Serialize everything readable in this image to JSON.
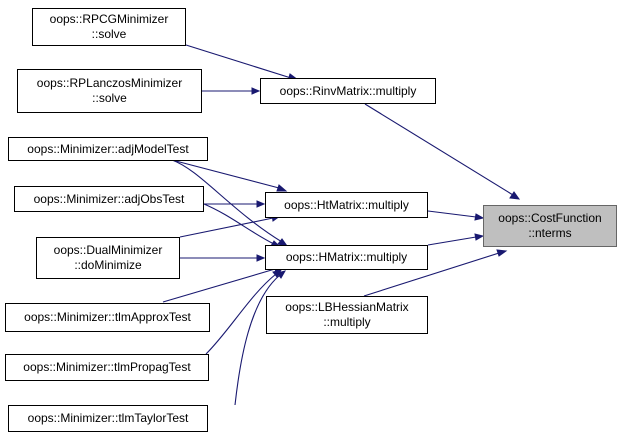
{
  "nodes": {
    "rpcg": {
      "line1": "oops::RPCGMinimizer",
      "line2": "::solve"
    },
    "rplanczos": {
      "line1": "oops::RPLanczosMinimizer",
      "line2": "::solve"
    },
    "adjmodel": {
      "line1": "oops::Minimizer::adjModelTest"
    },
    "adjobs": {
      "line1": "oops::Minimizer::adjObsTest"
    },
    "dualmin": {
      "line1": "oops::DualMinimizer",
      "line2": "::doMinimize"
    },
    "tlmapprox": {
      "line1": "oops::Minimizer::tlmApproxTest"
    },
    "tlmpropag": {
      "line1": "oops::Minimizer::tlmPropagTest"
    },
    "tlmtaylor": {
      "line1": "oops::Minimizer::tlmTaylorTest"
    },
    "rinv": {
      "line1": "oops::RinvMatrix::multiply"
    },
    "ht": {
      "line1": "oops::HtMatrix::multiply"
    },
    "h": {
      "line1": "oops::HMatrix::multiply"
    },
    "lbhessian": {
      "line1": "oops::LBHessianMatrix",
      "line2": "::multiply"
    },
    "costfn": {
      "line1": "oops::CostFunction",
      "line2": "::nterms"
    }
  },
  "colors": {
    "edge": "#191970",
    "node_border": "#000000",
    "target_fill": "#bfbfbf",
    "target_border": "#666666"
  }
}
